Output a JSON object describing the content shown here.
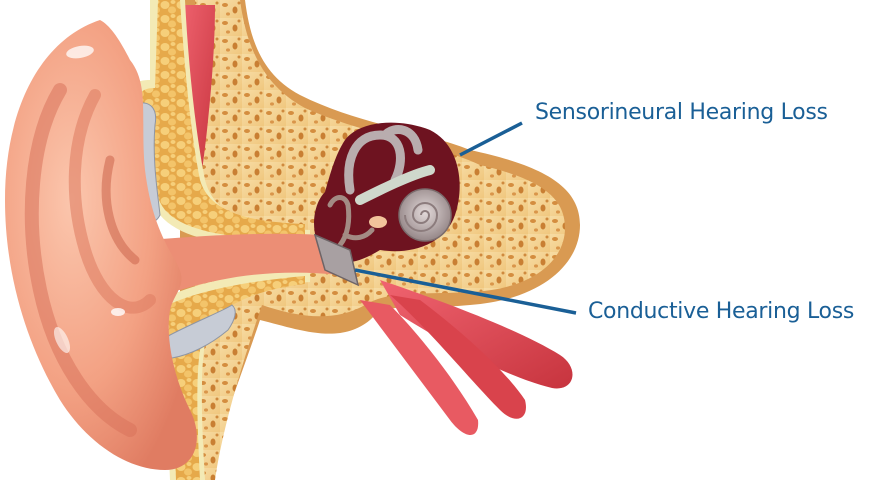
{
  "diagram": {
    "subject": "Cross-section of the human ear",
    "labels": [
      {
        "text": "Sensorineural Hearing Loss",
        "points_to": "inner ear / cochlea region"
      },
      {
        "text": "Conductive Hearing Loss",
        "points_to": "eardrum / middle ear"
      }
    ],
    "colors": {
      "label_text": "#1a5f96",
      "leader_line": "#1a5f96",
      "skin": "#f2a184",
      "bone": "#f5d59a",
      "bone_outer": "#d99a52",
      "muscle": "#e2474d",
      "inner_ear_cavity": "#6e1320",
      "cochlea": "#b0a3a3",
      "cartilage": "#c7ccd6",
      "background": "#ffffff"
    }
  }
}
